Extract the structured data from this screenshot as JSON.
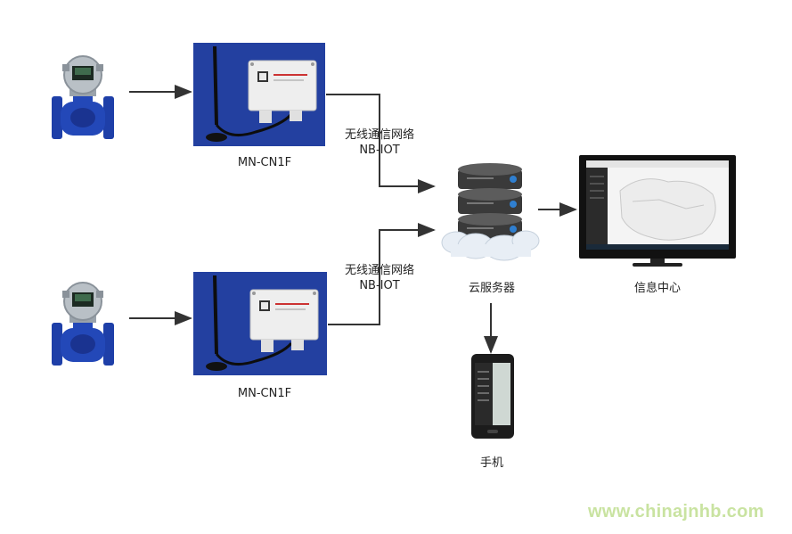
{
  "nodes": {
    "gateway_top": {
      "label": "MN-CN1F"
    },
    "gateway_bottom": {
      "label": "MN-CN1F"
    },
    "cloud_server": {
      "label": "云服务器"
    },
    "info_center": {
      "label": "信息中心"
    },
    "phone": {
      "label": "手机"
    }
  },
  "links": {
    "top": {
      "line1": "无线通信网络",
      "line2": "NB-IOT"
    },
    "bottom": {
      "line1": "无线通信网络",
      "line2": "NB-IOT"
    }
  },
  "watermark": "www.chinajnhb.com",
  "colors": {
    "device_blue": "#1e3fa8",
    "gateway_bg": "#2340a0",
    "arrow": "#333333",
    "watermark": "#c9e3a1"
  }
}
